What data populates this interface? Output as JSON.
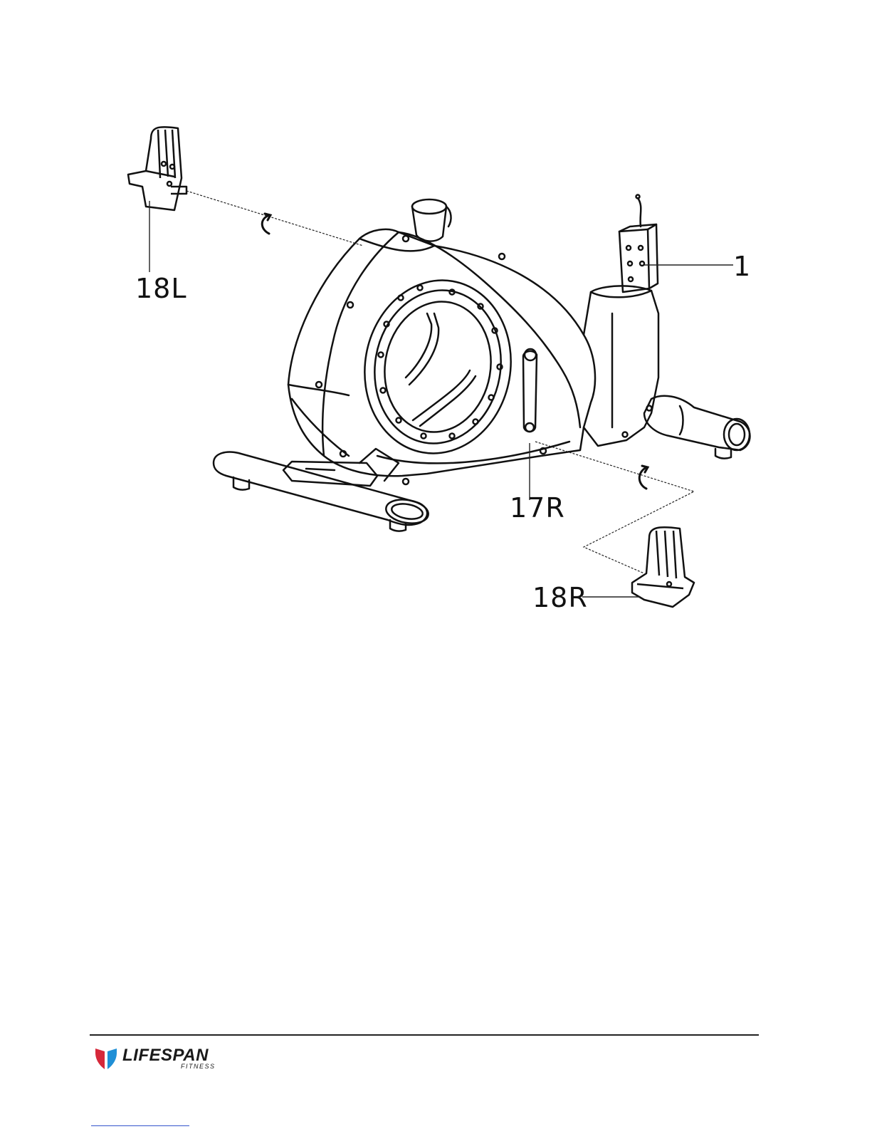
{
  "labels": {
    "part_18L": "18L",
    "part_1": "1",
    "part_17R": "17R",
    "part_18R": "18R"
  },
  "footer": {
    "brand": "LIFESPAN",
    "brand_sub": "FITNESS",
    "logo_icon": "lifespan-heart-shield-icon",
    "brand_colors": {
      "red": "#d6283a",
      "blue": "#1f8fd6"
    }
  }
}
